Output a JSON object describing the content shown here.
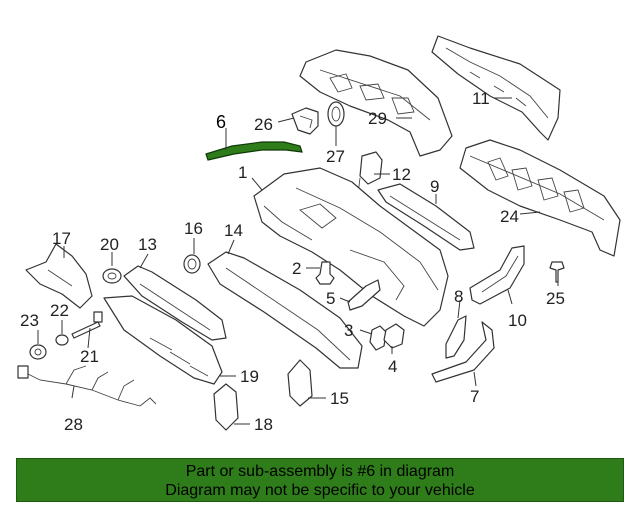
{
  "diagram": {
    "highlight_color": "#2e7d1a",
    "labels": [
      "1",
      "2",
      "3",
      "4",
      "5",
      "6",
      "7",
      "8",
      "9",
      "10",
      "11",
      "12",
      "13",
      "14",
      "15",
      "16",
      "17",
      "18",
      "19",
      "20",
      "21",
      "22",
      "23",
      "24",
      "25",
      "26",
      "27",
      "28",
      "29"
    ]
  },
  "banner": {
    "line1": "Part or sub-assembly is #6 in diagram",
    "line2": "Diagram may not be specific to your vehicle",
    "color": "#2e7d1a"
  }
}
